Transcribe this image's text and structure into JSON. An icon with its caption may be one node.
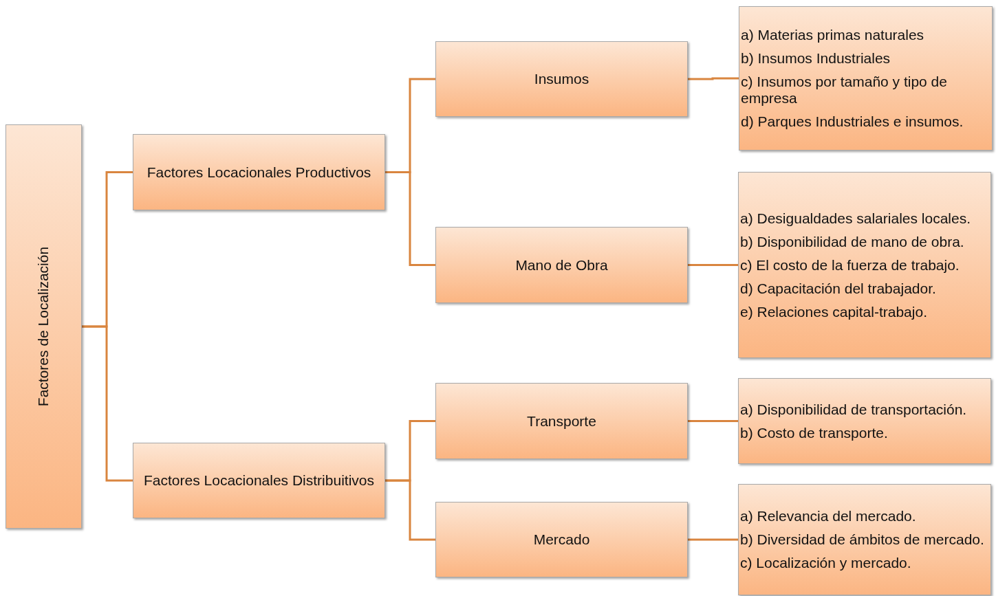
{
  "diagram": {
    "nodes": [
      {
        "text": [
          "Factores de Localización"
        ]
      },
      {
        "text": [
          "Factores Locacionales Productivos"
        ]
      },
      {
        "text": [
          "Factores Locacionales Distribuitivos"
        ]
      },
      {
        "text": [
          "Insumos"
        ]
      },
      {
        "text": [
          "Mano de Obra"
        ]
      },
      {
        "text": [
          "Transporte"
        ]
      },
      {
        "text": [
          "Mercado"
        ]
      },
      {
        "text": [
          "a) Materias primas naturales",
          "b) Insumos Industriales",
          "c) Insumos por tamaño y tipo de empresa",
          "d) Parques Industriales e insumos."
        ]
      },
      {
        "text": [
          "a) Desigualdades salariales locales.",
          "b) Disponibilidad de mano de obra.",
          "c) El costo de la fuerza de trabajo.",
          "d) Capacitación del trabajador.",
          "e) Relaciones capital-trabajo."
        ]
      },
      {
        "text": [
          "a) Disponibilidad de transportación.",
          "b) Costo de transporte."
        ]
      },
      {
        "text": [
          "a) Relevancia del mercado.",
          "b) Diversidad de ámbitos de mercado.",
          "c) Localización y mercado."
        ]
      }
    ],
    "edges": [
      {
        "from": 0,
        "to": 1,
        "arrow": "none"
      },
      {
        "from": 0,
        "to": 2,
        "arrow": "none"
      },
      {
        "from": 1,
        "to": 3,
        "arrow": "none"
      },
      {
        "from": 1,
        "to": 4,
        "arrow": "none"
      },
      {
        "from": 2,
        "to": 5,
        "arrow": "none"
      },
      {
        "from": 2,
        "to": 6,
        "arrow": "none"
      },
      {
        "from": 3,
        "to": 7,
        "arrow": "none"
      },
      {
        "from": 4,
        "to": 8,
        "arrow": "none"
      },
      {
        "from": 5,
        "to": 9,
        "arrow": "none"
      },
      {
        "from": 6,
        "to": 10,
        "arrow": "none"
      }
    ]
  }
}
